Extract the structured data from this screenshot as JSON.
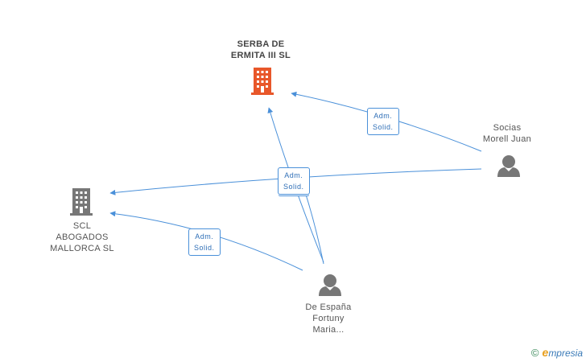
{
  "nodes": {
    "serba": {
      "lines": [
        "SERBA DE",
        "ERMITA III SL"
      ],
      "icon": "building-icon",
      "color": "#e8572a"
    },
    "scl": {
      "lines": [
        "SCL",
        "ABOGADOS",
        "MALLORCA SL"
      ],
      "icon": "building-icon",
      "color": "#777777"
    },
    "socias": {
      "lines": [
        "Socias",
        "Morell Juan"
      ],
      "icon": "person-icon",
      "color": "#777777"
    },
    "espana": {
      "lines": [
        "De España",
        "Fortuny",
        "Maria..."
      ],
      "icon": "person-icon",
      "color": "#777777"
    }
  },
  "edges": {
    "socias_serba": [
      "Adm.",
      "Solid."
    ],
    "center": [
      "Adm.",
      "Solid."
    ],
    "espana_scl": [
      "Adm.",
      "Solid."
    ]
  },
  "footer": {
    "copyright": "©",
    "brand_e": "e",
    "brand_rest": "mpresia"
  },
  "colors": {
    "edge": "#4a90d9",
    "accent": "#e8572a"
  }
}
